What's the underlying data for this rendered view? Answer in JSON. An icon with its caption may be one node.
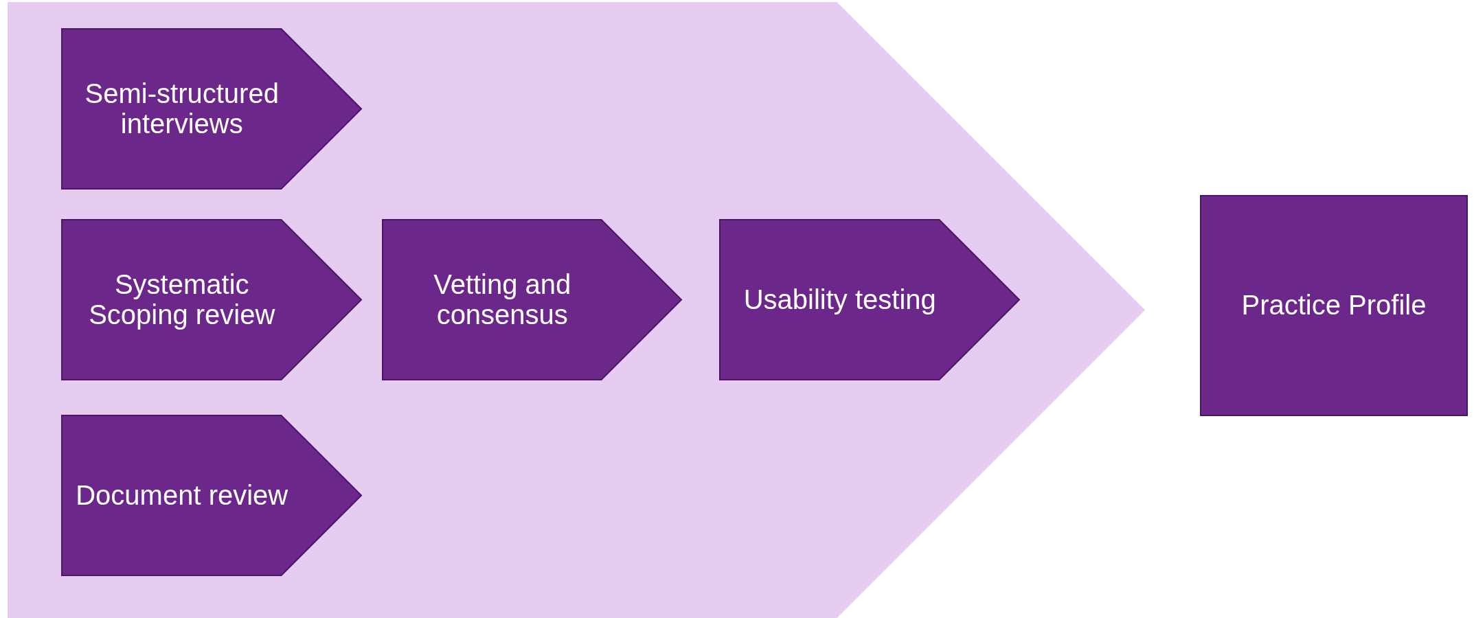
{
  "diagram": {
    "nodes": [
      {
        "text": [],
        "shape": "arrow"
      },
      {
        "text": [
          "Semi-structured interviews"
        ],
        "in": 0
      },
      {
        "text": [
          "Systematic Scoping review"
        ],
        "in": 0
      },
      {
        "text": [
          "Document review"
        ],
        "in": 0
      },
      {
        "text": [
          "Vetting and consensus"
        ],
        "in": 0
      },
      {
        "text": [
          "Usability testing"
        ],
        "in": 0
      },
      {
        "text": [
          "Practice Profile"
        ]
      }
    ]
  }
}
